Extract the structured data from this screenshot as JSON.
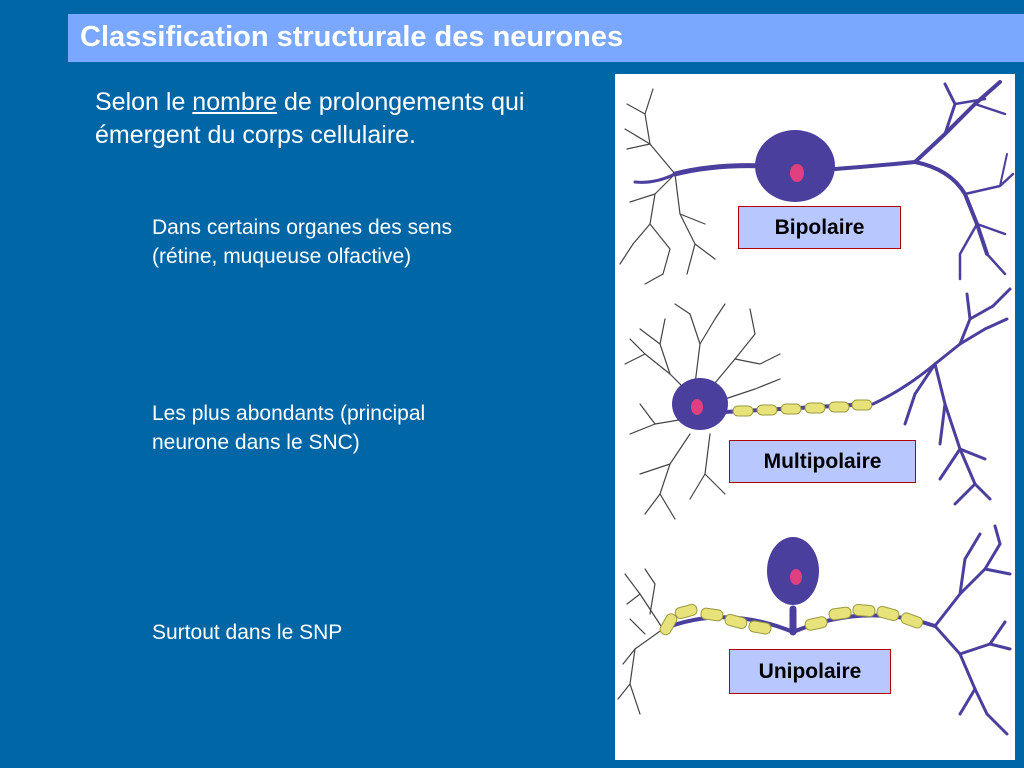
{
  "title": "Classification structurale des neurones",
  "intro": {
    "part1": "Selon le ",
    "underlined": "nombre",
    "part2": " de prolongements qui émergent du corps cellulaire."
  },
  "descriptions": [
    {
      "line1": "Dans certains organes des sens",
      "line2": "(rétine, muqueuse olfactive)"
    },
    {
      "line1": "Les plus abondants (principal",
      "line2": "neurone dans le SNC)"
    },
    {
      "line1": "Surtout dans le SNP",
      "line2": ""
    }
  ],
  "labels": {
    "bipolar": "Bipolaire",
    "multipolar": "Multipolaire",
    "unipolar": "Unipolaire"
  },
  "colors": {
    "background": "#0066a6",
    "title_bar": "#7aa7ff",
    "neuron": "#4b3f9e",
    "nucleus": "#e04080",
    "myelin": "#e8e27a",
    "label_fill": "#b8c8ff",
    "label_border": "#b00000"
  }
}
